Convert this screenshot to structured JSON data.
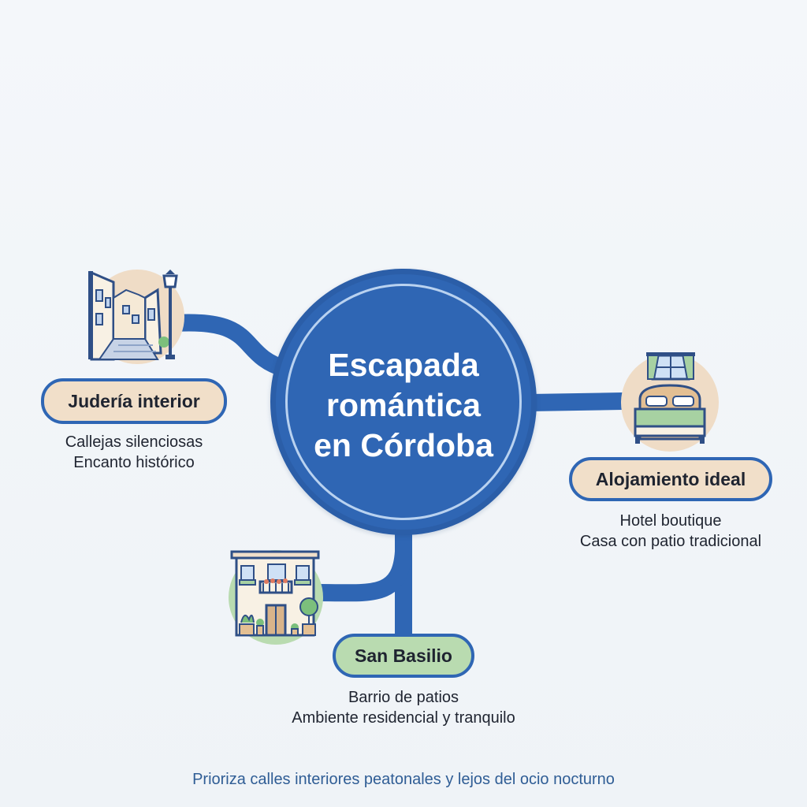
{
  "center": {
    "title_lines": [
      "Escapada",
      "romántica",
      "en Córdoba"
    ]
  },
  "branches": [
    {
      "label": "Judería interior",
      "icon": "narrow-street-with-lamppost-icon",
      "details": [
        "Callejas silenciosas",
        "Encanto histórico"
      ]
    },
    {
      "label": "Alojamiento ideal",
      "icon": "boutique-hotel-bed-icon",
      "details": [
        "Hotel boutique",
        "Casa con patio tradicional"
      ]
    },
    {
      "label": "San Basilio",
      "icon": "patio-house-with-plants-icon",
      "details": [
        "Barrio de patios",
        "Ambiente residencial y tranquilo"
      ]
    }
  ],
  "footer": "Prioriza calles interiores peatonales y lejos del ocio nocturno",
  "colors": {
    "primary_blue": "#2f66b4",
    "ring_light_blue": "#b9d2f0",
    "pill_beige": "#f1dfc9",
    "pill_green": "#b9dbb0",
    "footer_text": "#2f5d95",
    "background": "#f1f5f9"
  }
}
